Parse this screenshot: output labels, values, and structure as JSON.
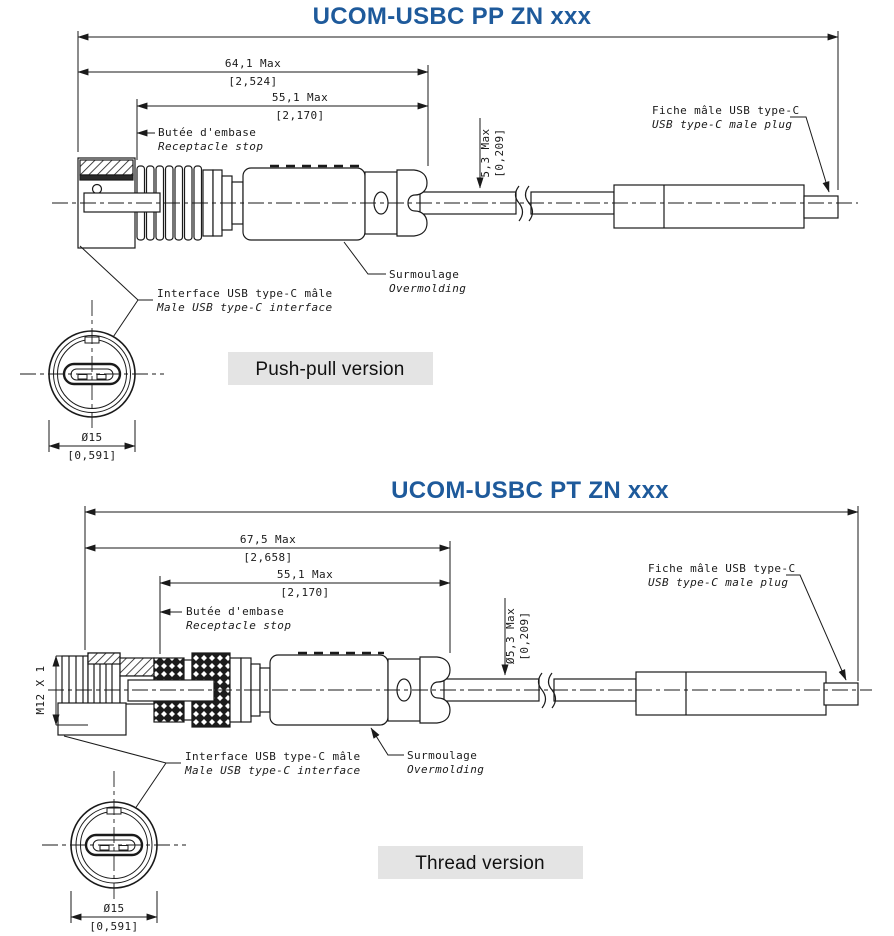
{
  "page": {
    "background": "#ffffff",
    "accent_color": "#1e5a9b",
    "line_color": "#1a1a1a",
    "badge_bg": "#e4e4e4"
  },
  "diagrams": [
    {
      "title": "UCOM-USBC PP ZN xxx",
      "badge": "Push-pull version",
      "dim_overall": "64,1 Max",
      "dim_overall_in": "[2,524]",
      "dim_body": "55,1 Max",
      "dim_body_in": "[2,170]",
      "dim_cable": "5,3 Max",
      "dim_cable_in": "[0,209]",
      "dim_front": "Ø15",
      "dim_front_in": "[0,591]",
      "lbl_stop_fr": "Butée d'embase",
      "lbl_stop_en": "Receptacle stop",
      "lbl_plug_fr": "Fiche mâle USB type-C",
      "lbl_plug_en": "USB type-C male plug",
      "lbl_mold_fr": "Surmoulage",
      "lbl_mold_en": "Overmolding",
      "lbl_iface_fr": "Interface USB type-C mâle",
      "lbl_iface_en": "Male USB type-C interface"
    },
    {
      "title": "UCOM-USBC PT ZN xxx",
      "badge": "Thread version",
      "thread": "M12 X 1",
      "dim_overall": "67,5 Max",
      "dim_overall_in": "[2,658]",
      "dim_body": "55,1 Max",
      "dim_body_in": "[2,170]",
      "dim_cable": "Ø5,3 Max",
      "dim_cable_in": "[0,209]",
      "dim_front": "Ø15",
      "dim_front_in": "[0,591]",
      "lbl_stop_fr": "Butée d'embase",
      "lbl_stop_en": "Receptacle stop",
      "lbl_plug_fr": "Fiche mâle USB type-C",
      "lbl_plug_en": "USB type-C male plug",
      "lbl_mold_fr": "Surmoulage",
      "lbl_mold_en": "Overmolding",
      "lbl_iface_fr": "Interface USB type-C mâle",
      "lbl_iface_en": "Male USB type-C interface"
    }
  ]
}
